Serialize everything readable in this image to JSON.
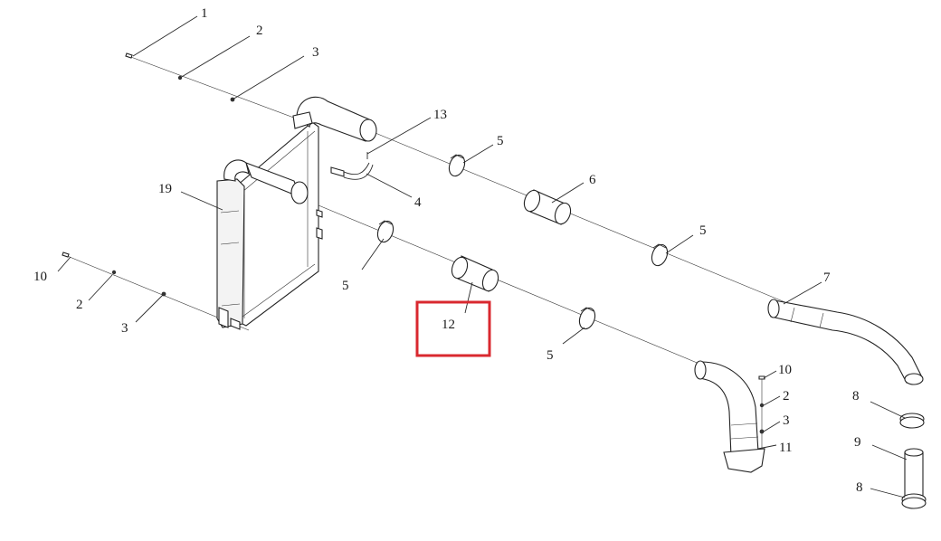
{
  "labels": {
    "l1": "1",
    "l2a": "2",
    "l3a": "3",
    "l13": "13",
    "l5a": "5",
    "l6": "6",
    "l19": "19",
    "l4": "4",
    "l5b": "5",
    "l10a": "10",
    "l2b": "2",
    "l3b": "3",
    "l5c": "5",
    "l7": "7",
    "l12": "12",
    "l5d": "5",
    "l10b": "10",
    "l2c": "2",
    "l3c": "3",
    "l11": "11",
    "l8a": "8",
    "l9": "9",
    "l8b": "8"
  },
  "highlight": {
    "color": "#d9282f",
    "target": "12"
  },
  "colors": {
    "line": "#2a2a2a",
    "fill": "#ffffff"
  }
}
